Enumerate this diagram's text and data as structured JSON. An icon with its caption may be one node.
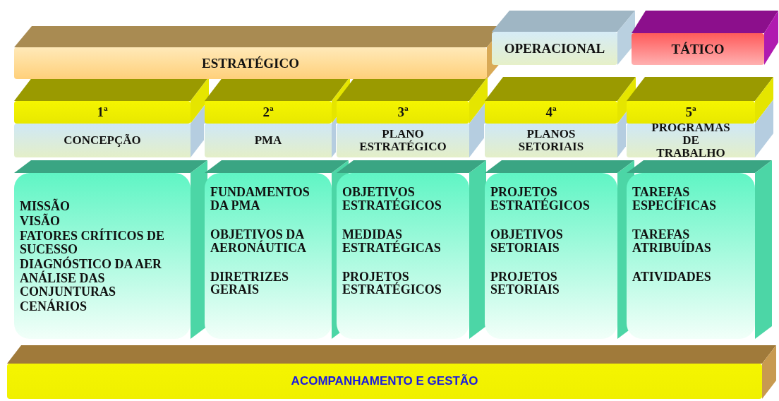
{
  "diagram": {
    "nodes": [
      {
        "text": [
          "ESTRATÉGICO"
        ]
      },
      {
        "text": [
          "OPERACIONAL"
        ]
      },
      {
        "text": [
          "TÁTICO"
        ]
      },
      {
        "text": [
          "1ª"
        ]
      },
      {
        "text": [
          "2ª"
        ]
      },
      {
        "text": [
          "3ª"
        ]
      },
      {
        "text": [
          "4ª"
        ]
      },
      {
        "text": [
          "5ª"
        ]
      },
      {
        "text": [
          "CONCEPÇÃO"
        ]
      },
      {
        "text": [
          "PMA"
        ]
      },
      {
        "text": [
          "PLANO ESTRATÉGICO"
        ]
      },
      {
        "text": [
          "PLANOS SETORIAIS"
        ]
      },
      {
        "text": [
          "PROGRAMAS DE TRABALHO"
        ]
      },
      {
        "text": [
          "MISSÃO",
          "VISÃO",
          "FATORES CRÍTICOS DE SUCESSO",
          "DIAGNÓSTICO DA AER",
          "ANÁLISE DAS CONJUNTURAS",
          "CENÁRIOS"
        ]
      },
      {
        "text": [
          "FUNDAMENTOS DA PMA",
          "OBJETIVOS DA AERONÁUTICA",
          "DIRETRIZES GERAIS"
        ]
      },
      {
        "text": [
          "OBJETIVOS ESTRATÉGICOS",
          "MEDIDAS ESTRATÉGICAS",
          "PROJETOS ESTRATÉGICOS"
        ]
      },
      {
        "text": [
          "PROJETOS ESTRATÉGICOS",
          "OBJETIVOS SETORIAIS",
          "PROJETOS SETORIAIS"
        ]
      },
      {
        "text": [
          "TAREFAS ESPECÍFICAS",
          "TAREFAS ATRIBUÍDAS",
          "ATIVIDADES"
        ]
      },
      {
        "text": [
          "ACOMPANHAMENTO E GESTÃO"
        ]
      }
    ]
  }
}
